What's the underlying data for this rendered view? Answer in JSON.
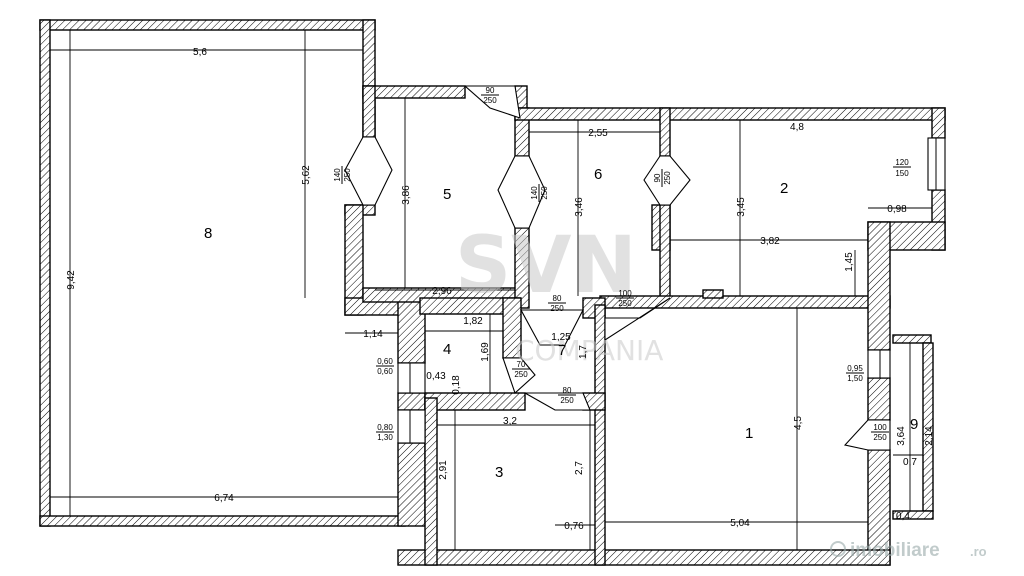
{
  "rooms": [
    {
      "label": "1"
    },
    {
      "label": "2"
    },
    {
      "label": "3"
    },
    {
      "label": "4"
    },
    {
      "label": "5"
    },
    {
      "label": "6"
    },
    {
      "label": "7"
    },
    {
      "label": "8"
    },
    {
      "label": "9"
    }
  ],
  "dimensions": {
    "r8_top": "5,6",
    "r8_height": "9,42",
    "r8_inner": "5,62",
    "r8_bottom": "6,74",
    "r8_step": "1,14",
    "r5_height": "3,86",
    "r5_width": "2,96",
    "r6_width": "2,55",
    "r6_height": "3,46",
    "r2_width": "4,8",
    "r2_height": "3,45",
    "r2_lower": "3,82",
    "r2_step": "1,45",
    "r2_side": "0,98",
    "r4_width": "1,82",
    "r4_height": "1,69",
    "r4_a": "0,43",
    "r4_b": "0,18",
    "r7_width": "1,25",
    "r7_height": "1,7",
    "r3_width": "3,2",
    "r3_height": "2,91",
    "r3_right": "2,7",
    "r3_bottom": "0,76",
    "r1_height": "4,5",
    "r1_width": "5,04",
    "r9_height": "3,64",
    "r9_side": "2,14",
    "r9_width": "0,7",
    "r9_small": "0,4"
  },
  "openings": {
    "top_door": {
      "top": "90",
      "bottom": "250"
    },
    "door_5": {
      "top": "140",
      "bottom": "250"
    },
    "door_56": {
      "top": "140",
      "bottom": "250"
    },
    "door_62": {
      "top": "90",
      "bottom": "250"
    },
    "window_2": {
      "top": "120",
      "bottom": "150"
    },
    "door_7top": {
      "top": "80",
      "bottom": "250"
    },
    "door_7r": {
      "top": "100",
      "bottom": "250"
    },
    "door_4": {
      "top": "70",
      "bottom": "250"
    },
    "door_3": {
      "top": "80",
      "bottom": "250"
    },
    "window_8a": {
      "top": "0,60",
      "bottom": "0,60"
    },
    "window_8b": {
      "top": "0,80",
      "bottom": "1,30"
    },
    "window_1": {
      "top": "0,95",
      "bottom": "1,50"
    },
    "door_19": {
      "top": "100",
      "bottom": "250"
    }
  },
  "watermark": {
    "brand": "SVN",
    "sub": "COMPANIA"
  },
  "logo": {
    "text": "imobiliare",
    "suffix": ".ro"
  }
}
